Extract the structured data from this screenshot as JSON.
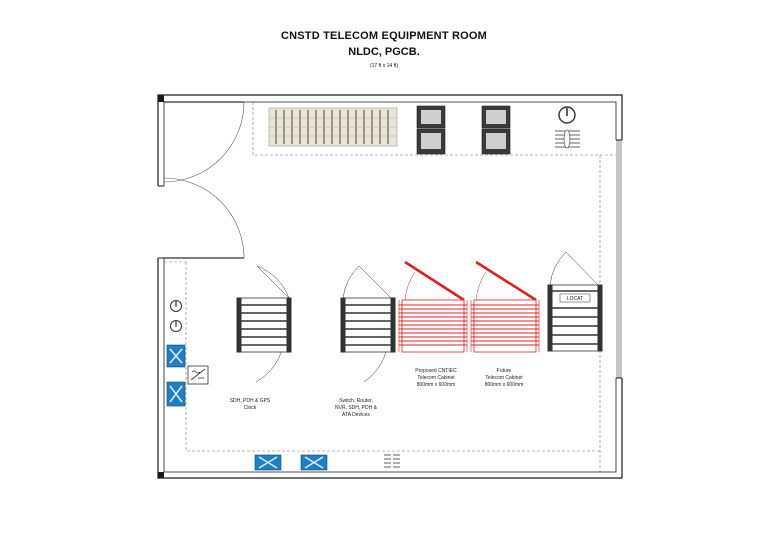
{
  "title": {
    "line1": "CNSTD TELECOM EQUIPMENT ROOM",
    "line2": "NLDC, PGCB.",
    "line3": "(17 ft x 14 ft)"
  },
  "labels": {
    "cabinet1": [
      "SDH, PDH & GPS",
      "Clock"
    ],
    "cabinet2": [
      "Switch, Router,",
      "NVR, SDH, PDH &",
      "ATA Devices"
    ],
    "cabinet3": [
      "Proposed CNTIEC",
      "Telecom Cabinet",
      "800mm x 600mm"
    ],
    "cabinet4": [
      "Future",
      "Telecom Cabinet",
      "800mm x 600mm"
    ],
    "cabinet5_tag": "LOCAT"
  },
  "colors": {
    "wall": "#1a1a1a",
    "existing": "#333333",
    "proposed": "#e02020",
    "ac_unit": "#1e7fc4"
  },
  "icons": [
    "power-icon",
    "server-icon",
    "ac-unit-icon",
    "battery-charger-icon",
    "vent-icon"
  ]
}
